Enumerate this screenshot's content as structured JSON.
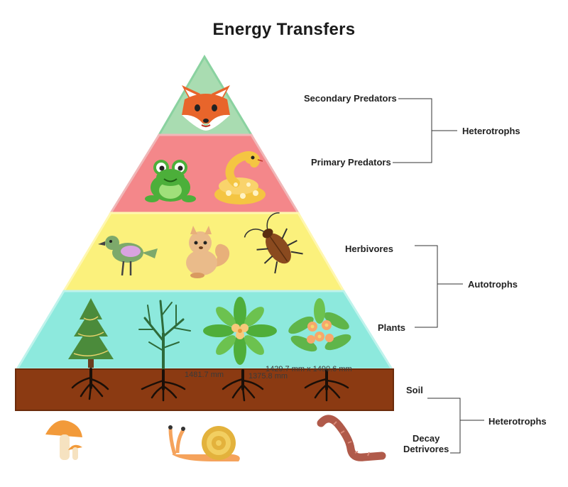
{
  "title": "Energy Transfers",
  "levels": [
    {
      "name": "Secondary Predators",
      "organisms": [
        "fox"
      ],
      "color": "#a9dcb1"
    },
    {
      "name": "Primary Predators",
      "organisms": [
        "frog",
        "snake"
      ],
      "color": "#f4878a"
    },
    {
      "name": "Herbivores",
      "organisms": [
        "bird",
        "squirrel",
        "cockroach"
      ],
      "color": "#fbf17c"
    },
    {
      "name": "Plants",
      "organisms": [
        "pine-tree",
        "bare-tree",
        "green-flower",
        "orange-flower-shrub"
      ],
      "color": "#8de9dd"
    }
  ],
  "soil": {
    "label": "Soil",
    "color": "#8b3a12",
    "organisms": [
      "roots",
      "roots",
      "roots",
      "roots"
    ]
  },
  "decomposers": {
    "label": "Decay\nDetrivores",
    "organisms": [
      "mushroom",
      "snail",
      "worm"
    ]
  },
  "groups": [
    {
      "label": "Heterotrophs"
    },
    {
      "label": "Autotrophs"
    },
    {
      "label": "Heterotrophs"
    }
  ],
  "dimensions": [
    "1481.7 mm",
    "1375.8 mm",
    "1429.7 mm x 1490.6 mm"
  ]
}
